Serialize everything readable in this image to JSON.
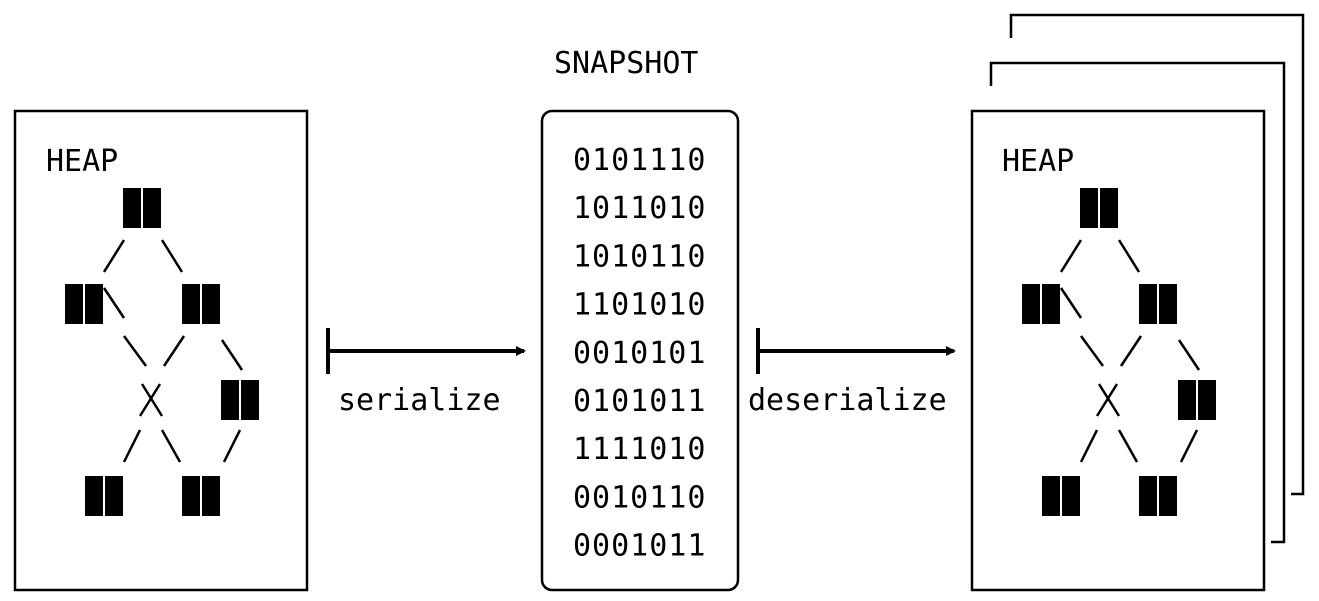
{
  "heap_left": {
    "title": "HEAP"
  },
  "snapshot": {
    "title": "SNAPSHOT",
    "rows": [
      "0101110",
      "1011010",
      "1010110",
      "1101010",
      "0010101",
      "0101011",
      "1111010",
      "0010110",
      "0001011"
    ]
  },
  "arrows": {
    "serialize": "serialize",
    "deserialize": "deserialize"
  },
  "heap_right": {
    "title": "HEAP"
  },
  "colors": {
    "ink": "#000000",
    "background": "#ffffff"
  }
}
